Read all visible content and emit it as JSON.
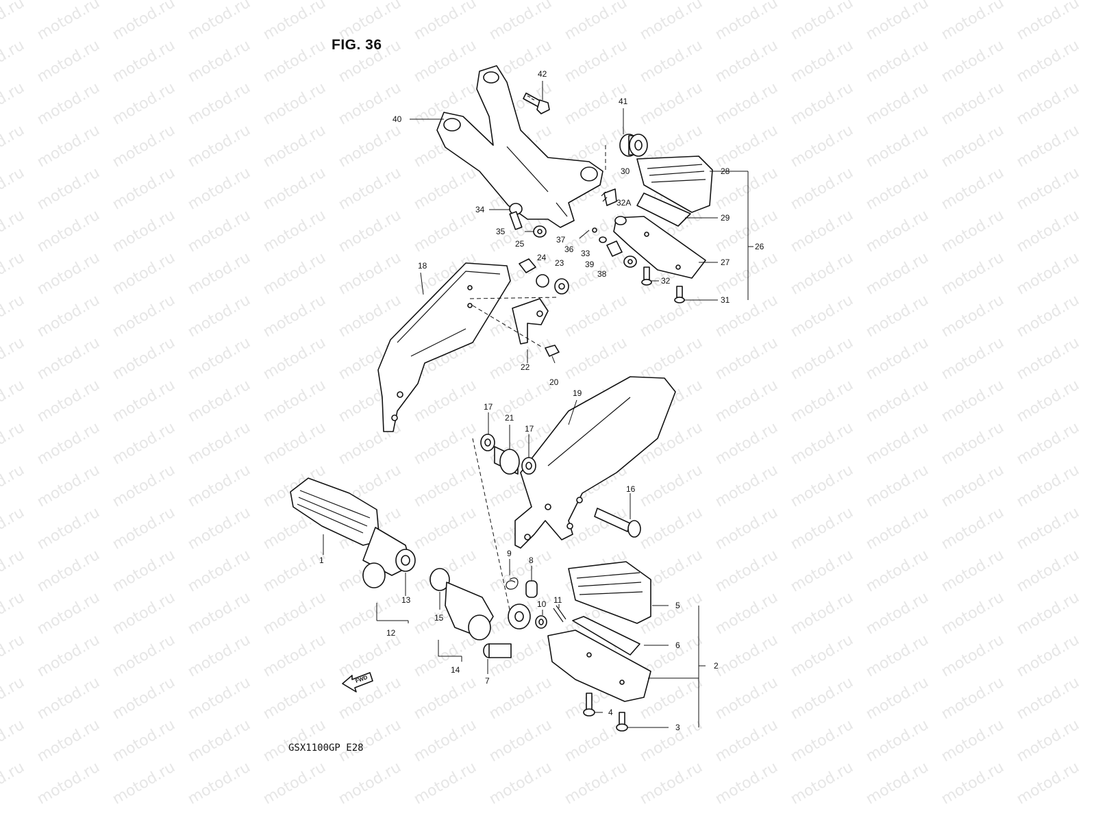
{
  "figure": {
    "title": "FIG. 36",
    "model_code": "GSX1100GP  E28",
    "watermark": "motod.ru",
    "fwd_label": "FWD"
  },
  "callouts": {
    "c1": "1",
    "c2": "2",
    "c3": "3",
    "c4": "4",
    "c5": "5",
    "c6": "6",
    "c7": "7",
    "c8": "8",
    "c9": "9",
    "c10": "10",
    "c11": "11",
    "c12": "12",
    "c13": "13",
    "c14": "14",
    "c15": "15",
    "c16": "16",
    "c17a": "17",
    "c17b": "17",
    "c18": "18",
    "c19": "19",
    "c20": "20",
    "c21": "21",
    "c22": "22",
    "c23": "23",
    "c24": "24",
    "c25": "25",
    "c26": "26",
    "c27": "27",
    "c28": "28",
    "c29": "29",
    "c30": "30",
    "c31": "31",
    "c32": "32",
    "c32a": "32A",
    "c33": "33",
    "c34": "34",
    "c35": "35",
    "c36": "36",
    "c37": "37",
    "c38": "38",
    "c39": "39",
    "c40": "40",
    "c41": "41",
    "c42": "42"
  }
}
